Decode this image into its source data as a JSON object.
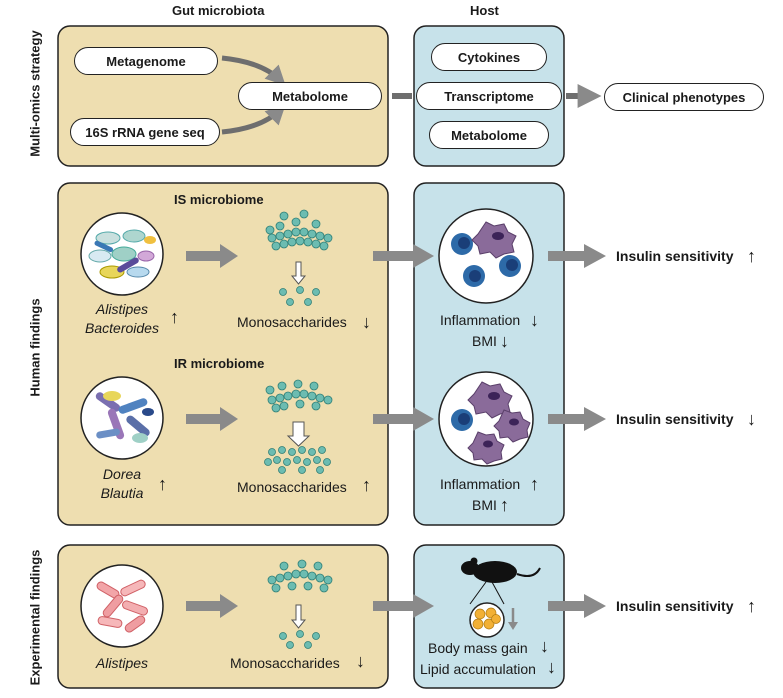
{
  "headers": {
    "gut": "Gut microbiota",
    "host": "Host"
  },
  "side_labels": {
    "multi": "Multi-omics strategy",
    "human": "Human findings",
    "experimental": "Experimental findings"
  },
  "multi_omics": {
    "metagenome": "Metagenome",
    "gene_seq": "16S rRNA gene seq",
    "metabolome": "Metabolome",
    "host_cytokines": "Cytokines",
    "host_transcriptome": "Transcriptome",
    "host_metabolome": "Metabolome",
    "clinical": "Clinical phenotypes"
  },
  "human": {
    "is_title": "IS microbiome",
    "is_taxa": [
      "Alistipes",
      "Bacteroides"
    ],
    "is_mono": "Monosaccharides",
    "is_inflammation": "Inflammation",
    "is_bmi": "BMI",
    "is_outcome": "Insulin sensitivity",
    "ir_title": "IR microbiome",
    "ir_taxa": [
      "Dorea",
      "Blautia"
    ],
    "ir_mono": "Monosaccharides",
    "ir_inflammation": "Inflammation",
    "ir_bmi": "BMI",
    "ir_outcome": "Insulin sensitivity"
  },
  "experimental": {
    "taxon": "Alistipes",
    "mono": "Monosaccharides",
    "body_mass": "Body mass gain",
    "lipid": "Lipid accumulation",
    "outcome": "Insulin sensitivity"
  },
  "arrows": {
    "up": "↑",
    "down": "↓"
  },
  "colors": {
    "gut_panel": "#eedeb0",
    "host_panel": "#c7e2ea",
    "arrow_gray": "#8a8a8a",
    "bead": "#6cbcb1",
    "bead_stroke": "#2f7f76",
    "immune_cell": "#2d6aa8",
    "macrophage": "#8a6b9a"
  }
}
